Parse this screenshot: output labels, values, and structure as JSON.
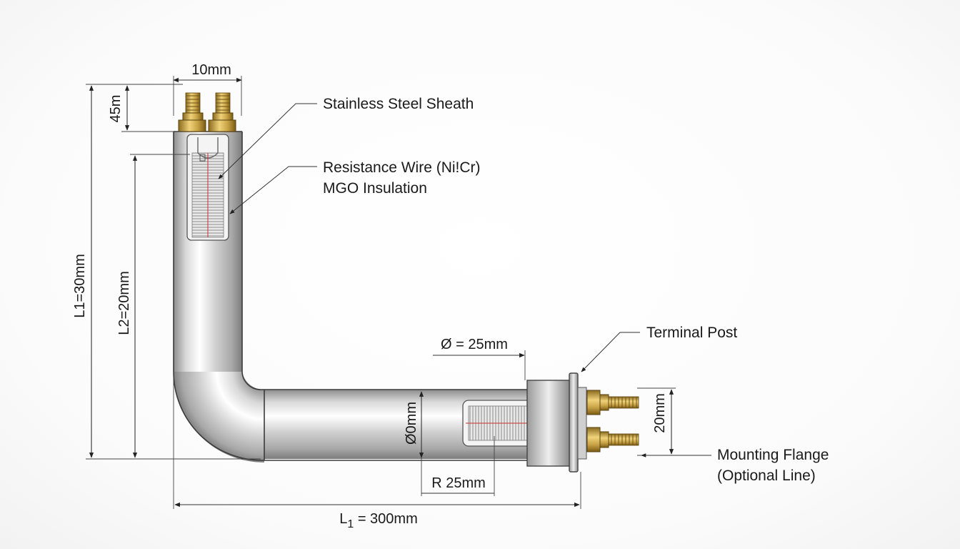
{
  "labels": {
    "sheath": "Stainless Steel Sheath",
    "resistance_wire": "Resistance Wire (Ni!Cr)",
    "insulation": "MGO Insulation",
    "terminal_post": "Terminal Post",
    "mounting_flange_line1": "Mounting Flange",
    "mounting_flange_line2": "(Optional Line)"
  },
  "dimensions": {
    "top_gap": "10mm",
    "top_height": "45m",
    "l1_vertical": "L1=30mm",
    "l2_vertical": "L2=20mm",
    "diameter_top": "Ø = 25mm",
    "diameter_pipe": "Ø0mm",
    "radius": "R 25mm",
    "terminal_spacing": "20mm",
    "l1_horizontal_prefix": "L",
    "l1_horizontal_sub": "1",
    "l1_horizontal_suffix": " = 300mm"
  },
  "colors": {
    "brass": "#c9a446",
    "steel": "#c8c8c8",
    "red_axis": "#c8312e"
  }
}
